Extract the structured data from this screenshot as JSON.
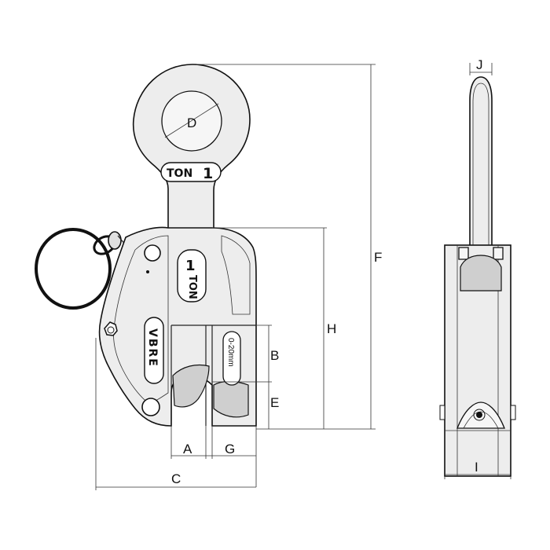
{
  "labels": {
    "A": "A",
    "B": "B",
    "C": "C",
    "D": "D",
    "E": "E",
    "F": "F",
    "G": "G",
    "H": "H",
    "I": "I",
    "J": "J"
  },
  "stamps": {
    "eye_badge_text": "TON",
    "eye_badge_number": "1",
    "body_badge_number": "1",
    "body_badge_text": "TON",
    "brand": "VBRE",
    "jaw_range": "0-20mm"
  }
}
